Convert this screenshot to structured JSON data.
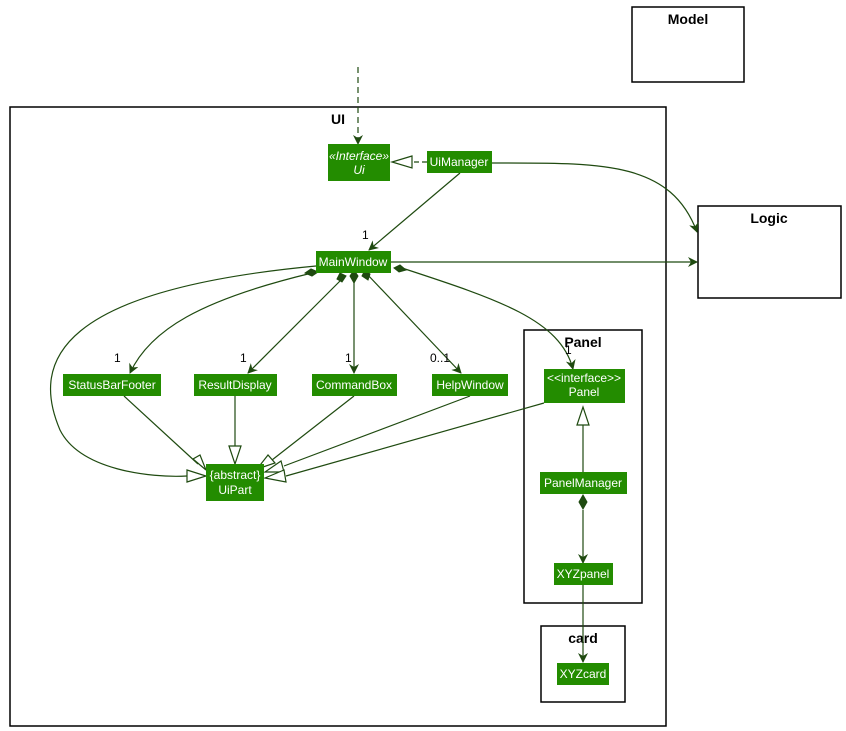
{
  "packages": {
    "model": "Model",
    "logic": "Logic",
    "ui": "UI",
    "panel": "Panel",
    "card": "card"
  },
  "nodes": {
    "ui_stereotype": "«Interface»",
    "ui_name": "Ui",
    "ui_manager": "UiManager",
    "main_window": "MainWindow",
    "status_bar_footer": "StatusBarFooter",
    "result_display": "ResultDisplay",
    "command_box": "CommandBox",
    "help_window": "HelpWindow",
    "uipart_stereotype": "{abstract}",
    "uipart_name": "UiPart",
    "panel_stereotype": "<<interface>>",
    "panel_name": "Panel",
    "panel_manager": "PanelManager",
    "xyz_panel": "XYZpanel",
    "xyz_card": "XYZcard"
  },
  "multiplicities": {
    "main_window": "1",
    "status_bar_footer": "1",
    "result_display": "1",
    "command_box": "1",
    "help_window": "0..1",
    "panel": "1"
  },
  "colors": {
    "node_fill": "#238c00",
    "edge": "#1f4a10",
    "border": "#000000"
  }
}
